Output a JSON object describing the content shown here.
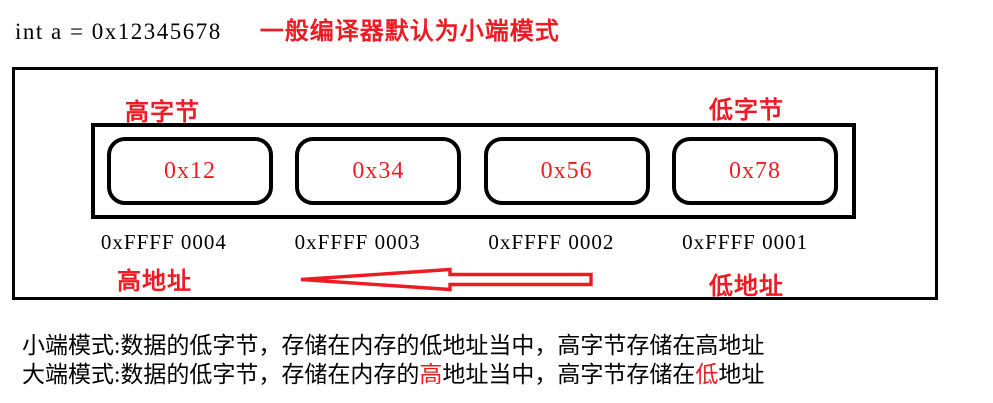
{
  "title": {
    "code": "int a = 0x12345678",
    "note": "一般编译器默认为小端模式"
  },
  "memory": {
    "high_byte_label": "高字节",
    "low_byte_label": "低字节",
    "high_address_label": "高地址",
    "low_address_label": "低地址",
    "cells": [
      {
        "value": "0x12",
        "address": "0xFFFF 0004"
      },
      {
        "value": "0x34",
        "address": "0xFFFF 0003"
      },
      {
        "value": "0x56",
        "address": "0xFFFF 0002"
      },
      {
        "value": "0x78",
        "address": "0xFFFF 0001"
      }
    ],
    "arrow_direction": "left"
  },
  "notes": {
    "little": {
      "label": "小端模式:",
      "body": "数据的低字节，存储在内存的低地址当中，高字节存储在高地址"
    },
    "big": {
      "label": "大端模式:",
      "seg1": "数据的低字节，存储在内存的",
      "red1": "高",
      "seg2": "地址当中，高字节存储在",
      "red2": "低",
      "seg3": "地址"
    }
  },
  "colors": {
    "accent_red": "#ed1c24",
    "ink_black": "#000000",
    "background": "#ffffff"
  }
}
